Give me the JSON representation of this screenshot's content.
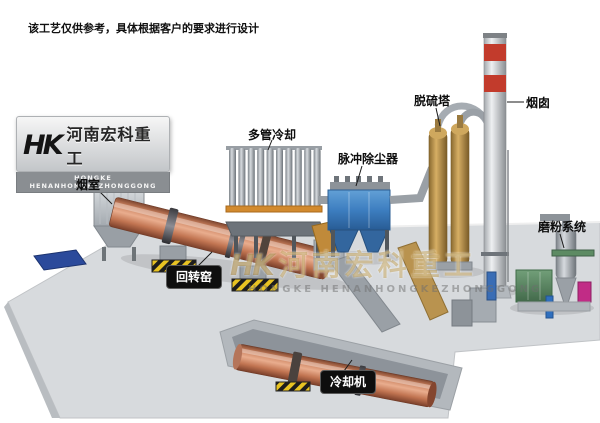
{
  "page": {
    "disclaimer": "该工艺仅供参考，具体根据客户的要求进行设计"
  },
  "brand": {
    "monogram": "HK",
    "name_cn": "河南宏科重工",
    "name_en": "HONGKE HENANHONGKEZHONGGONG"
  },
  "equipment_labels": {
    "smoke_chamber": "烟室",
    "multi_tube_cooler": "多管冷却",
    "pulse_dust_collector": "脉冲除尘器",
    "desulfurization_tower": "脱硫塔",
    "chimney": "烟囱",
    "grinding_system": "磨粉系统",
    "rotary_kiln": "回转窑",
    "cooling_machine": "冷却机"
  },
  "colors": {
    "kiln_shell": "#cf8a68",
    "collector_blue": "#3d7ec0",
    "tower_tan": "#c8a35c",
    "chimney_red": "#c23b2c",
    "hazard_yellow": "#e8c322",
    "grinder_green": "#5d8b63",
    "accent_magenta": "#c12c86",
    "ground_gray": "#d7dadd"
  }
}
